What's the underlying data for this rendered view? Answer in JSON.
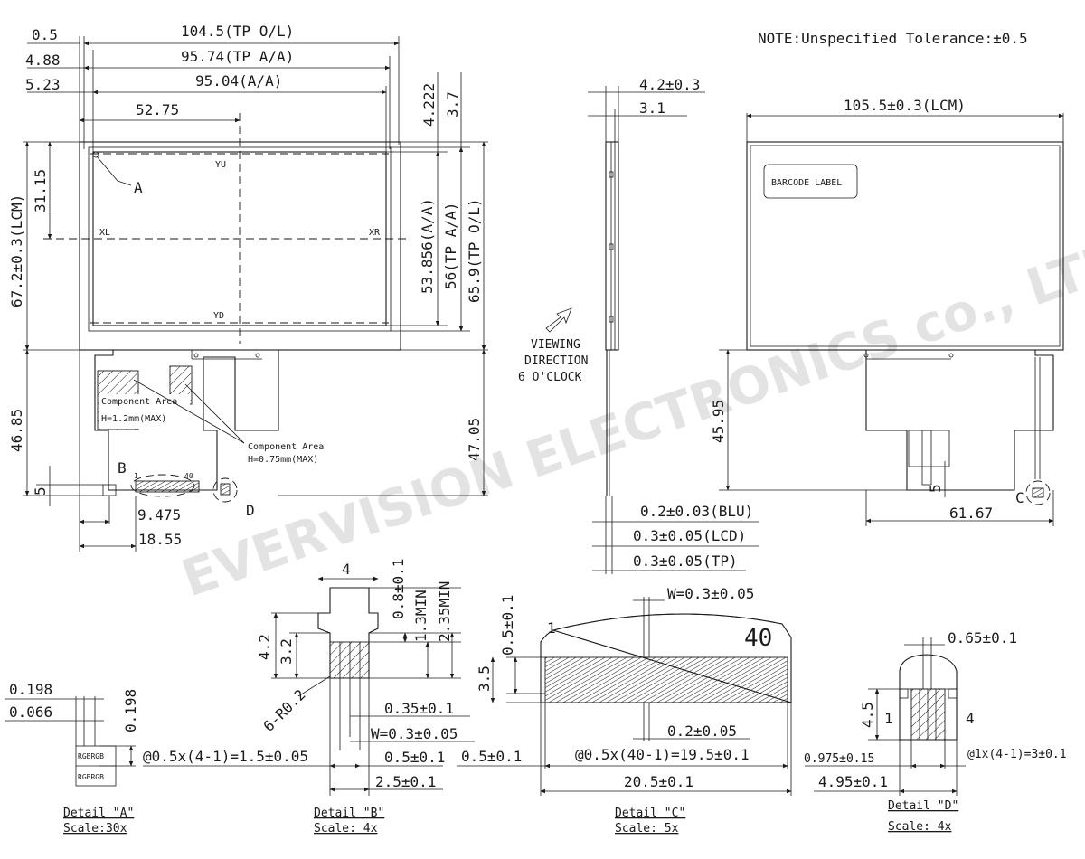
{
  "watermark": "EVERVISION ELECTRONICS co., LTD",
  "note": "NOTE:Unspecified Tolerance:±0.5",
  "front_view": {
    "dims_top": [
      "0.5",
      "4.88",
      "5.23",
      "104.5(TP O/L)",
      "95.74(TP A/A)",
      "95.04(A/A)",
      "52.75"
    ],
    "dims_right": [
      "4.222",
      "3.7",
      "53.856(A/A)",
      "56(TP A/A)",
      "65.9(TP O/L)",
      "47.05"
    ],
    "dims_left": [
      "67.2±0.3(LCM)",
      "31.15",
      "46.85",
      "5"
    ],
    "dims_bottom": [
      "9.475",
      "18.55"
    ],
    "axis_labels": {
      "yu": "YU",
      "yd": "YD",
      "xl": "XL",
      "xr": "XR"
    },
    "callouts": {
      "a": "A",
      "b": "B",
      "d": "D"
    },
    "component_area_1": "Component Area",
    "component_area_1_h": "H=1.2mm(MAX)",
    "component_area_2": "Component Area",
    "component_area_2_h": "H=0.75mm(MAX)",
    "pin_one": "1",
    "pin_forty": "40"
  },
  "side_view": {
    "dims": [
      "4.2±0.3",
      "3.1",
      "0.2±0.03(BLU)",
      "0.3±0.05(LCD)",
      "0.3±0.05(TP)"
    ],
    "viewing": [
      "VIEWING",
      "DIRECTION",
      "6 O'CLOCK"
    ]
  },
  "rear_view": {
    "dims": [
      "105.5±0.3(LCM)",
      "45.95",
      "5",
      "61.67"
    ],
    "barcode": "BARCODE LABEL",
    "callout_c": "C"
  },
  "detail_a": {
    "dims": [
      "0.198",
      "0.066",
      "0.198"
    ],
    "pixel_row": "RGBRGB",
    "title": "Detail \"A\"",
    "scale": "Scale:30x"
  },
  "detail_b": {
    "dims": [
      "4",
      "0.8±0.1",
      "1.3MIN",
      "2.35MIN",
      "4.2",
      "3.2",
      "6-R0.2",
      "0.35±0.1",
      "W=0.3±0.05",
      "@0.5x(4-1)=1.5±0.05",
      "0.5±0.1",
      "2.5±0.1"
    ],
    "title": "Detail \"B\"",
    "scale": "Scale: 4x"
  },
  "detail_c": {
    "dims": [
      "W=0.3±0.05",
      "0.5±0.1",
      "3.5",
      "0.2±0.05",
      "@0.5x(40-1)=19.5±0.1",
      "0.5±0.1",
      "20.5±0.1"
    ],
    "pin_one": "1",
    "pin_forty": "40",
    "title": "Detail \"C\"",
    "scale": "Scale: 5x"
  },
  "detail_d": {
    "dims": [
      "0.65±0.1",
      "4.5",
      "0.975±0.15",
      "@1x(4-1)=3±0.1",
      "4.95±0.1"
    ],
    "pin_one": "1",
    "pin_four": "4",
    "title": "Detail \"D\"",
    "scale": "Scale: 4x"
  }
}
